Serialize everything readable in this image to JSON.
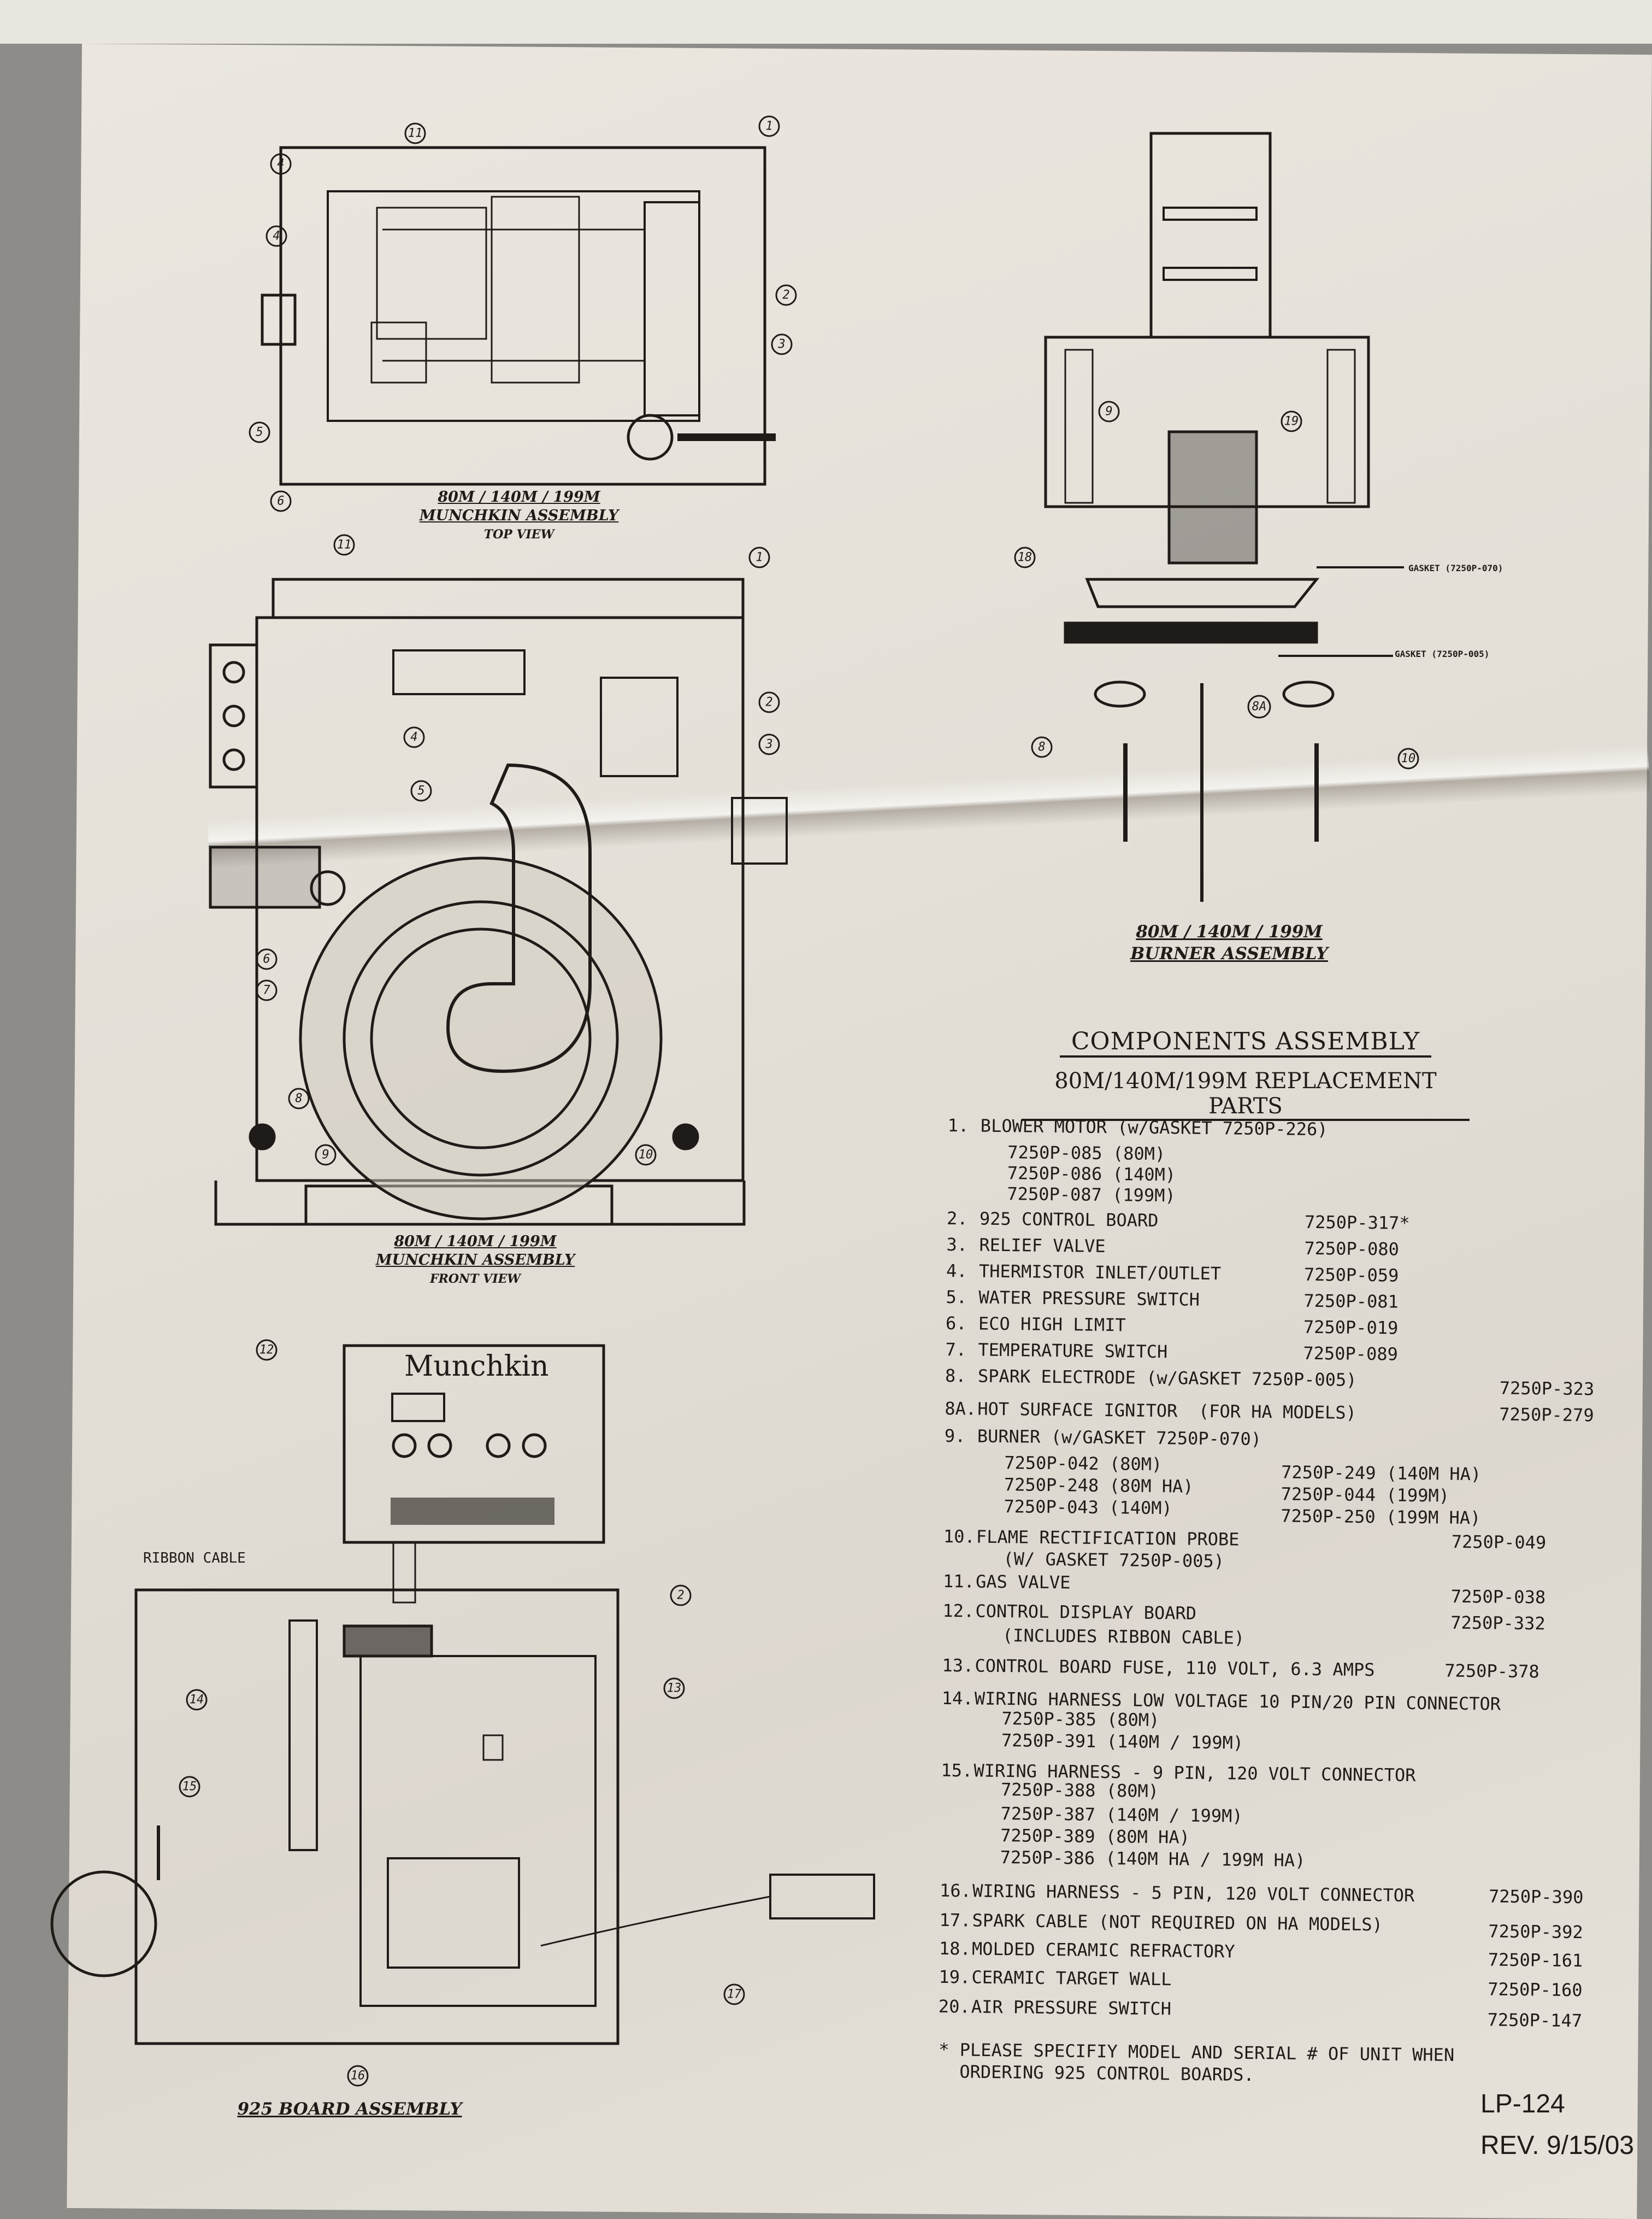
{
  "top_view": {
    "caption": [
      "80M / 140M / 199M",
      "MUNCHKIN ASSEMBLY",
      "TOP VIEW"
    ],
    "callouts": [
      "11",
      "1",
      "4",
      "4",
      "2",
      "3",
      "5",
      "6"
    ]
  },
  "front_view": {
    "caption": [
      "80M / 140M / 199M",
      "MUNCHKIN ASSEMBLY",
      "FRONT VIEW"
    ],
    "callouts": [
      "11",
      "1",
      "2",
      "3",
      "4",
      "5",
      "6",
      "7",
      "8",
      "9",
      "10"
    ]
  },
  "burner_assembly": {
    "caption": [
      "80M / 140M / 199M",
      "BURNER ASSEMBLY"
    ],
    "callouts": [
      "19",
      "9",
      "18",
      "8A",
      "8",
      "10"
    ],
    "gasket_labels": [
      "GASKET (7250P-070)",
      "GASKET (7250P-005)"
    ]
  },
  "board_assembly": {
    "caption": "925 BOARD ASSEMBLY",
    "ribbon_cable_label": "RIBBON CABLE",
    "brand": "Munchkin",
    "callouts": [
      "12",
      "2",
      "13",
      "14",
      "15",
      "17",
      "16"
    ]
  },
  "components": {
    "title": "COMPONENTS ASSEMBLY",
    "subtitle": "80M/140M/199M REPLACEMENT PARTS",
    "items": [
      {
        "num": "1.",
        "name": "BLOWER MOTOR (w/GASKET 7250P-226)",
        "sub": [
          "7250P-085 (80M)",
          "7250P-086 (140M)",
          "7250P-087 (199M)"
        ]
      },
      {
        "num": "2.",
        "name": "925 CONTROL BOARD",
        "part": "7250P-317*"
      },
      {
        "num": "3.",
        "name": "RELIEF VALVE",
        "part": "7250P-080"
      },
      {
        "num": "4.",
        "name": "THERMISTOR INLET/OUTLET",
        "part": "7250P-059"
      },
      {
        "num": "5.",
        "name": "WATER PRESSURE SWITCH",
        "part": "7250P-081"
      },
      {
        "num": "6.",
        "name": "ECO HIGH LIMIT",
        "part": "7250P-019"
      },
      {
        "num": "7.",
        "name": "TEMPERATURE SWITCH",
        "part": "7250P-089"
      },
      {
        "num": "8.",
        "name": "SPARK ELECTRODE (w/GASKET 7250P-005)",
        "part": "7250P-323"
      },
      {
        "num": "8A.",
        "name": "HOT SURFACE IGNITOR  (FOR HA MODELS)",
        "part": "7250P-279"
      },
      {
        "num": "9.",
        "name": "BURNER (w/GASKET 7250P-070)",
        "sub": [
          "7250P-042 (80M)",
          "7250P-248 (80M HA)",
          "7250P-043 (140M)"
        ],
        "sub2": [
          "7250P-249 (140M HA)",
          "7250P-044 (199M)",
          "7250P-250 (199M HA)"
        ]
      },
      {
        "num": "10.",
        "name": "FLAME RECTIFICATION PROBE",
        "part": "7250P-049",
        "sub": [
          "(W/ GASKET 7250P-005)"
        ]
      },
      {
        "num": "11.",
        "name": "GAS VALVE",
        "part": "7250P-038"
      },
      {
        "num": "12.",
        "name": "CONTROL DISPLAY BOARD",
        "part": "7250P-332",
        "sub": [
          "(INCLUDES RIBBON CABLE)"
        ]
      },
      {
        "num": "13.",
        "name": "CONTROL BOARD FUSE, 110 VOLT, 6.3 AMPS",
        "part": "7250P-378"
      },
      {
        "num": "14.",
        "name": "WIRING HARNESS LOW VOLTAGE 10 PIN/20 PIN CONNECTOR",
        "sub": [
          "7250P-385 (80M)",
          "7250P-391 (140M / 199M)"
        ]
      },
      {
        "num": "15.",
        "name": "WIRING HARNESS - 9 PIN, 120 VOLT CONNECTOR",
        "sub": [
          "7250P-388 (80M)",
          "7250P-387 (140M / 199M)",
          "7250P-389 (80M HA)",
          "7250P-386 (140M HA / 199M HA)"
        ]
      },
      {
        "num": "16.",
        "name": "WIRING HARNESS - 5 PIN, 120 VOLT CONNECTOR",
        "part": "7250P-390"
      },
      {
        "num": "17.",
        "name": "SPARK CABLE (NOT REQUIRED ON HA MODELS)",
        "part": "7250P-392"
      },
      {
        "num": "18.",
        "name": "MOLDED CERAMIC REFRACTORY",
        "part": "7250P-161"
      },
      {
        "num": "19.",
        "name": "CERAMIC TARGET WALL",
        "part": "7250P-160"
      },
      {
        "num": "20.",
        "name": "AIR PRESSURE SWITCH",
        "part": "7250P-147"
      }
    ],
    "note": [
      "* PLEASE SPECIFIY MODEL AND SERIAL # OF UNIT WHEN",
      "  ORDERING 925 CONTROL BOARDS."
    ],
    "doc_number": "LP-124",
    "revision": "REV. 9/15/03"
  }
}
